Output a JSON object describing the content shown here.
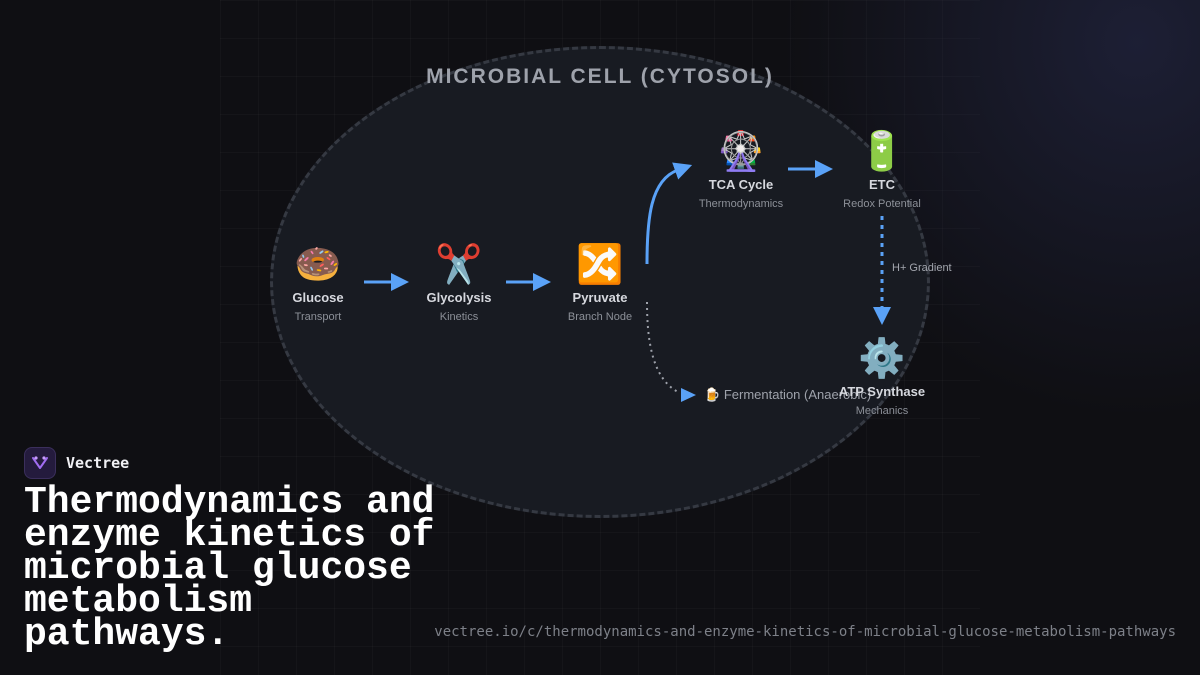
{
  "diagram": {
    "container_title": "MICROBIAL CELL (CYTOSOL)",
    "nodes": [
      {
        "icon": "🍩",
        "icon_name": "donut-icon",
        "name": "Glucose",
        "sub": "Transport"
      },
      {
        "icon": "✂️",
        "icon_name": "scissors-icon",
        "name": "Glycolysis",
        "sub": "Kinetics"
      },
      {
        "icon": "🔀",
        "icon_name": "shuffle-icon",
        "name": "Pyruvate",
        "sub": "Branch Node"
      },
      {
        "icon": "🎡",
        "icon_name": "ferris-wheel-icon",
        "name": "TCA Cycle",
        "sub": "Thermodynamics"
      },
      {
        "icon": "🔋",
        "icon_name": "battery-icon",
        "name": "ETC",
        "sub": "Redox Potential"
      },
      {
        "icon": "⚙️",
        "icon_name": "gear-icon",
        "name": "ATP Synthase",
        "sub": "Mechanics"
      }
    ],
    "edge_labels": {
      "gradient": "H+ Gradient",
      "fermentation_icon": "🍺",
      "fermentation": "Fermentation (Anaerobic)"
    },
    "colors": {
      "accent": "#5aa2f7",
      "dotted": "#9ea2ab"
    }
  },
  "brand": {
    "name": "Vectree"
  },
  "headline": "Thermodynamics and enzyme kinetics of microbial glucose metabolism pathways.",
  "url": "vectree.io/c/thermodynamics-and-enzyme-kinetics-of-microbial-glucose-metabolism-pathways"
}
